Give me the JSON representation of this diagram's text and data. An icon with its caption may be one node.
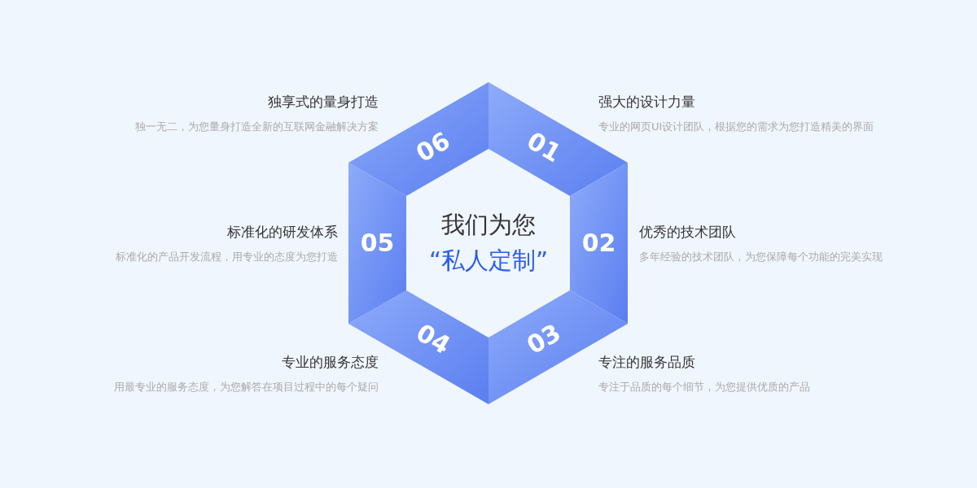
{
  "diagram": {
    "nodes": [
      {
        "text": [
          "我们为您",
          "“私人定制”"
        ]
      },
      {
        "text": [
          "01"
        ],
        "beside": [
          "强大的设计力量",
          "专业的网页UI设计团队，根据您的需求为您打造精美的界面"
        ]
      },
      {
        "text": [
          "02"
        ],
        "beside": [
          "优秀的技术团队",
          "多年经验的技术团队，为您保障每个功能的完美实现"
        ]
      },
      {
        "text": [
          "03"
        ],
        "beside": [
          "专注的服务品质",
          "专注于品质的每个细节，为您提供优质的产品"
        ]
      },
      {
        "text": [
          "04"
        ],
        "beside": [
          "专业的服务态度",
          "用最专业的服务态度，为您解答在项目过程中的每个疑问"
        ]
      },
      {
        "text": [
          "05"
        ],
        "beside": [
          "标准化的研发体系",
          "标准化的产品开发流程，用专业的态度为您打造"
        ]
      },
      {
        "text": [
          "06"
        ],
        "beside": [
          "独享式的量身打造",
          "独一无二，为您量身打造全新的互联网金融解决方案"
        ]
      }
    ],
    "edges": []
  }
}
